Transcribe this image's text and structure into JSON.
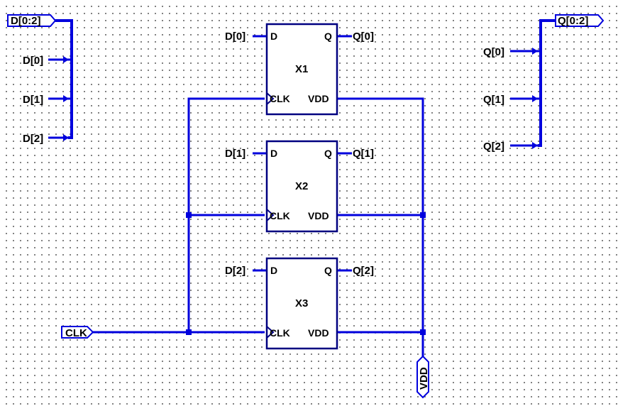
{
  "colors": {
    "wire": "#0000dd",
    "bus": "#0000dd",
    "box": "#000080",
    "text": "#000000",
    "grid_dot": "#6a6a6a"
  },
  "ports": {
    "d_bus": "D[0:2]",
    "q_bus": "Q[0:2]",
    "clk": "CLK",
    "vdd": "VDD"
  },
  "bus_taps": {
    "d": [
      "D[0]",
      "D[1]",
      "D[2]"
    ],
    "q": [
      "Q[0]",
      "Q[1]",
      "Q[2]"
    ]
  },
  "flipflops": [
    {
      "ref": "X1",
      "pin_d": "D",
      "pin_q": "Q",
      "pin_clk": "CLK",
      "pin_vdd": "VDD",
      "net_d": "D[0]",
      "net_q": "Q[0]"
    },
    {
      "ref": "X2",
      "pin_d": "D",
      "pin_q": "Q",
      "pin_clk": "CLK",
      "pin_vdd": "VDD",
      "net_d": "D[1]",
      "net_q": "Q[1]"
    },
    {
      "ref": "X3",
      "pin_d": "D",
      "pin_q": "Q",
      "pin_clk": "CLK",
      "pin_vdd": "VDD",
      "net_d": "D[2]",
      "net_q": "Q[2]"
    }
  ]
}
